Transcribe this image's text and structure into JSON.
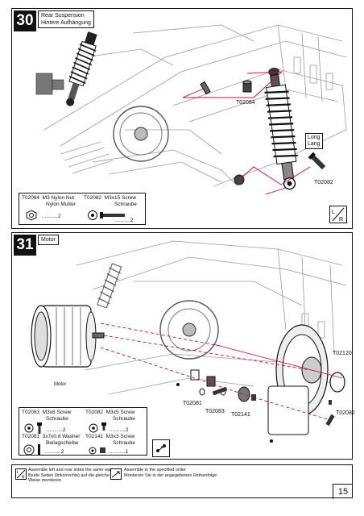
{
  "step30": {
    "number": "30",
    "title_en": "Rear Suspension",
    "title_de": "Hintere Aufhängung",
    "callouts": {
      "nut_code": "T02084",
      "screw_code": "T02082",
      "long_en": "Long",
      "long_de": "Lang"
    },
    "parts": [
      {
        "code": "T02084",
        "name_en": "M3 Nylon Nut",
        "name_de": "Nylon Mutter",
        "qty": "...........2"
      },
      {
        "code": "T02082",
        "name_en": "M3x15 Screw",
        "name_de": "Schraube",
        "qty": "...........2"
      }
    ],
    "badge": "L/R"
  },
  "step31": {
    "number": "31",
    "title_en": "Motor",
    "callouts": {
      "motor": "Motor",
      "c1": "T02120",
      "c2": "T02081",
      "c3": "T02083",
      "c4": "T02141",
      "c5": "T02082"
    },
    "parts": [
      {
        "code": "T02083",
        "name_en": "M3x8 Screw",
        "name_de": "Schraube",
        "qty": "...........2"
      },
      {
        "code": "T02082",
        "name_en": "M3x5 Screw",
        "name_de": "Schraube",
        "qty": "...........2"
      },
      {
        "code": "T02081",
        "name_en": "3x7x0.8 Washer",
        "name_de": "Beilagscheibe",
        "qty": "...........2"
      },
      {
        "code": "T02141",
        "name_en": "M3x3 Screw",
        "name_de": "Schraube",
        "qty": "...........1"
      }
    ]
  },
  "footer": {
    "left_en": "Assemble left and rear sides the same way",
    "left_de": "Beide Seiten (links/rechts) auf die gleiche",
    "left_de2": "Weise montieren",
    "right_en": "Assemble in the specified order",
    "right_de": "Montieren Sie in der angegebenen Reihenfolge",
    "page": "15"
  }
}
